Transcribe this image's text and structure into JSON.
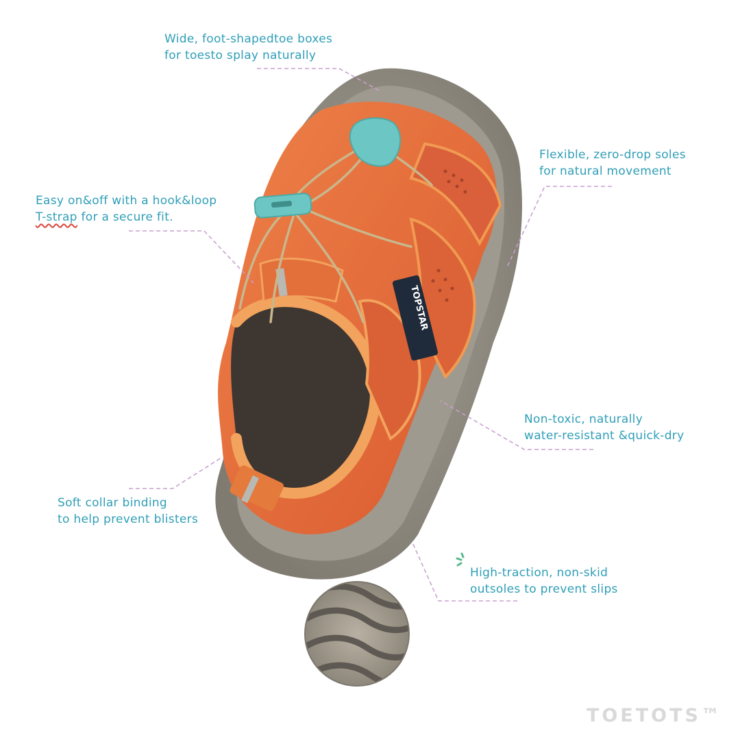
{
  "callouts": {
    "toe_box": {
      "line1": "Wide, foot-shapedtoe boxes",
      "line2": "for toesto splay naturally"
    },
    "soles": {
      "line1": "Flexible, zero-drop soles",
      "line2": "for natural movement"
    },
    "strap": {
      "line1": "Easy on&off with a hook&loop",
      "line2_underlined": "T-strap",
      "line2_rest": " for a secure fit."
    },
    "nontoxic": {
      "line1": "Non-toxic, naturally",
      "line2": "water-resistant &quick-dry"
    },
    "collar": {
      "line1": "Soft collar binding",
      "line2": "to help prevent blisters"
    },
    "traction": {
      "line1": "High-traction, non-skid",
      "line2": "outsoles to prevent slips"
    }
  },
  "product": {
    "tag_text": "TOPSTAR"
  },
  "brand": {
    "name": "TOETOTS™"
  },
  "colors": {
    "text": "#2f9eb7",
    "leader_line": "#c9a1cf",
    "sandal_orange": "#e06a3c",
    "sandal_light_orange": "#ef9448",
    "sole_gray": "#8f8b80",
    "toggle_teal": "#6cc7c4",
    "squiggle_red": "#d9473a",
    "sparkle_green": "#55b98a",
    "brand_gray": "#d9d9d9"
  },
  "icons": [
    "sparkle-icon"
  ]
}
